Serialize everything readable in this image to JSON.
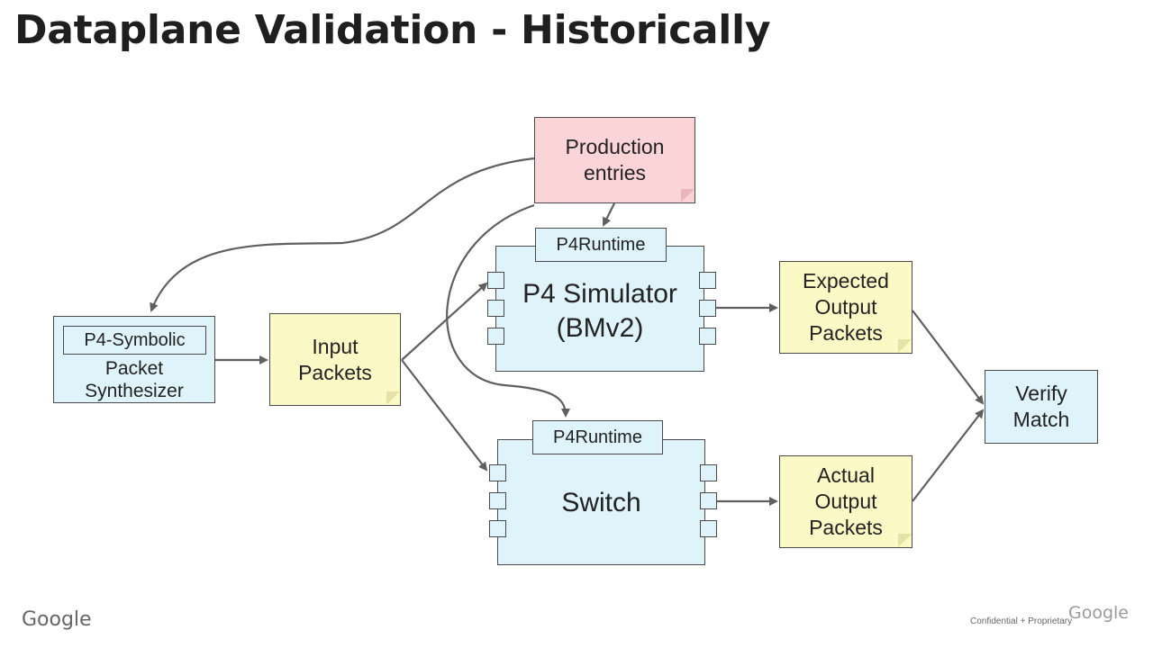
{
  "title": "Dataplane Validation - Historically",
  "nodes": {
    "production_entries": "Production\nentries",
    "p4_symbolic": "P4-Symbolic",
    "packet_synthesizer": "Packet\nSynthesizer",
    "input_packets": "Input\nPackets",
    "p4runtime_top": "P4Runtime",
    "p4_simulator": "P4 Simulator\n(BMv2)",
    "p4runtime_bottom": "P4Runtime",
    "switch": "Switch",
    "expected_output": "Expected\nOutput\nPackets",
    "actual_output": "Actual\nOutput\nPackets",
    "verify_match": "Verify\nMatch"
  },
  "footer": {
    "logo_left": "Google",
    "logo_right": "Google",
    "confidential": "Confidential + Proprietary"
  },
  "colors": {
    "blue_box": "#dff3fb",
    "note_yellow": "#fbf9c6",
    "note_pink": "#fbd4d8",
    "stroke": "#4a4a4a",
    "arrow": "#5f5f5f"
  }
}
